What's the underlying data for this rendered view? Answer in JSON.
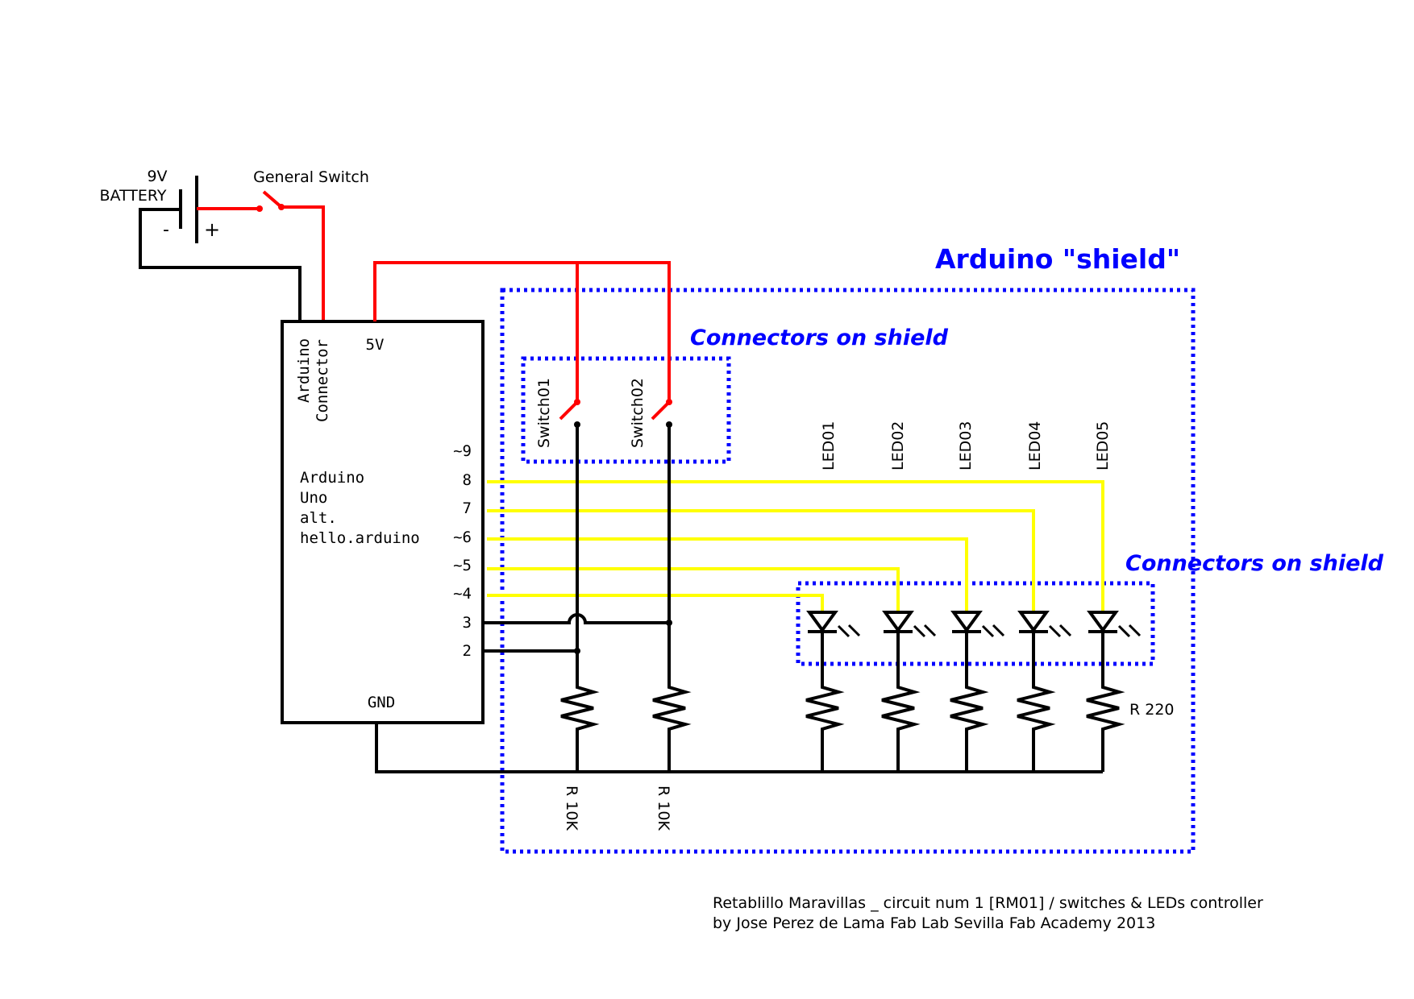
{
  "battery": {
    "voltage": "9V",
    "label": "BATTERY",
    "minus": "-",
    "plus": "+"
  },
  "general_switch": {
    "label": "General Switch"
  },
  "arduino": {
    "connector_label_line1": "Arduino",
    "connector_label_line2": "Connector",
    "vcc": "5V",
    "gnd": "GND",
    "name_lines": [
      "Arduino",
      "Uno",
      "alt.",
      "hello.arduino"
    ],
    "pins": [
      "~9",
      "8",
      "7",
      "~6",
      "~5",
      "~4",
      "3",
      "2"
    ]
  },
  "shield": {
    "title": "Arduino \"shield\""
  },
  "connectors": {
    "switch_group_label": "Connectors on shield",
    "led_group_label": "Connectors on shield"
  },
  "switches": [
    "Switch01",
    "Switch02"
  ],
  "leds": [
    "LED01",
    "LED02",
    "LED03",
    "LED04",
    "LED05"
  ],
  "resistors": {
    "pulldown": "R 10K",
    "led": "R 220"
  },
  "credits": {
    "line1": "Retablillo Maravillas _ circuit num 1 [RM01] / switches & LEDs controller",
    "line2": "by Jose Perez de Lama  Fab Lab Sevilla Fab Academy 2013"
  },
  "colors": {
    "power": "#ff0000",
    "signal": "#ffff00",
    "ground": "#000000",
    "shield_outline": "#0000ff"
  }
}
